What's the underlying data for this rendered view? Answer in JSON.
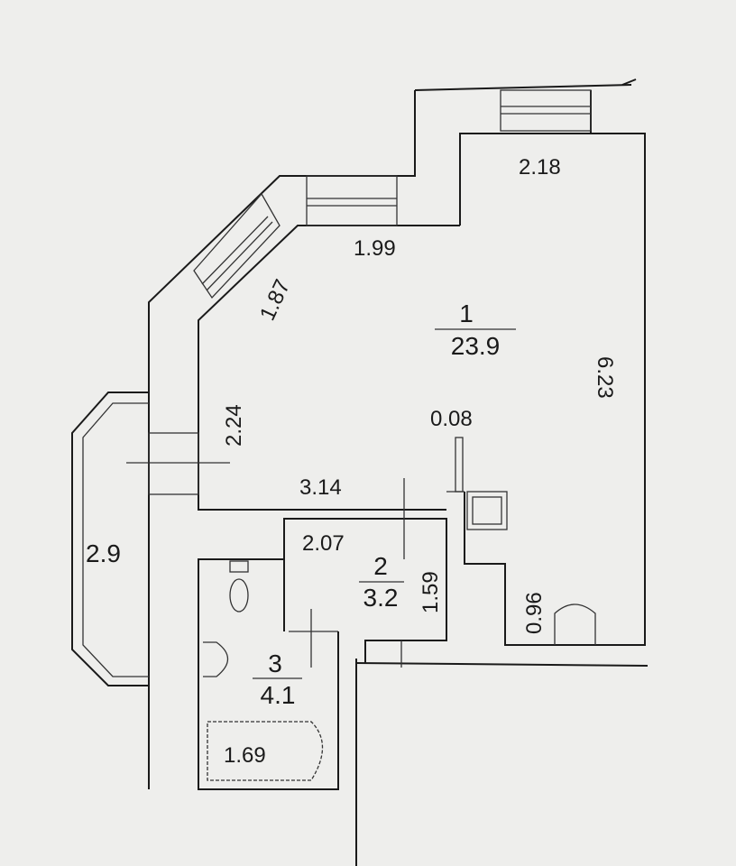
{
  "rooms": [
    {
      "number": "1",
      "area": "23.9"
    },
    {
      "number": "2",
      "area": "3.2"
    },
    {
      "number": "3",
      "area": "4.1"
    }
  ],
  "dimensions": {
    "top_wall": "2.18",
    "window_wall": "1.99",
    "diagonal_wall": "1.87",
    "right_wall": "6.23",
    "left_wall": "2.24",
    "partition_gap": "0.08",
    "lower_wall": "3.14",
    "room2_width": "2.07",
    "room2_depth": "1.59",
    "kitchen_step": "0.96",
    "balcony": "2.9",
    "bathtub": "1.69"
  }
}
